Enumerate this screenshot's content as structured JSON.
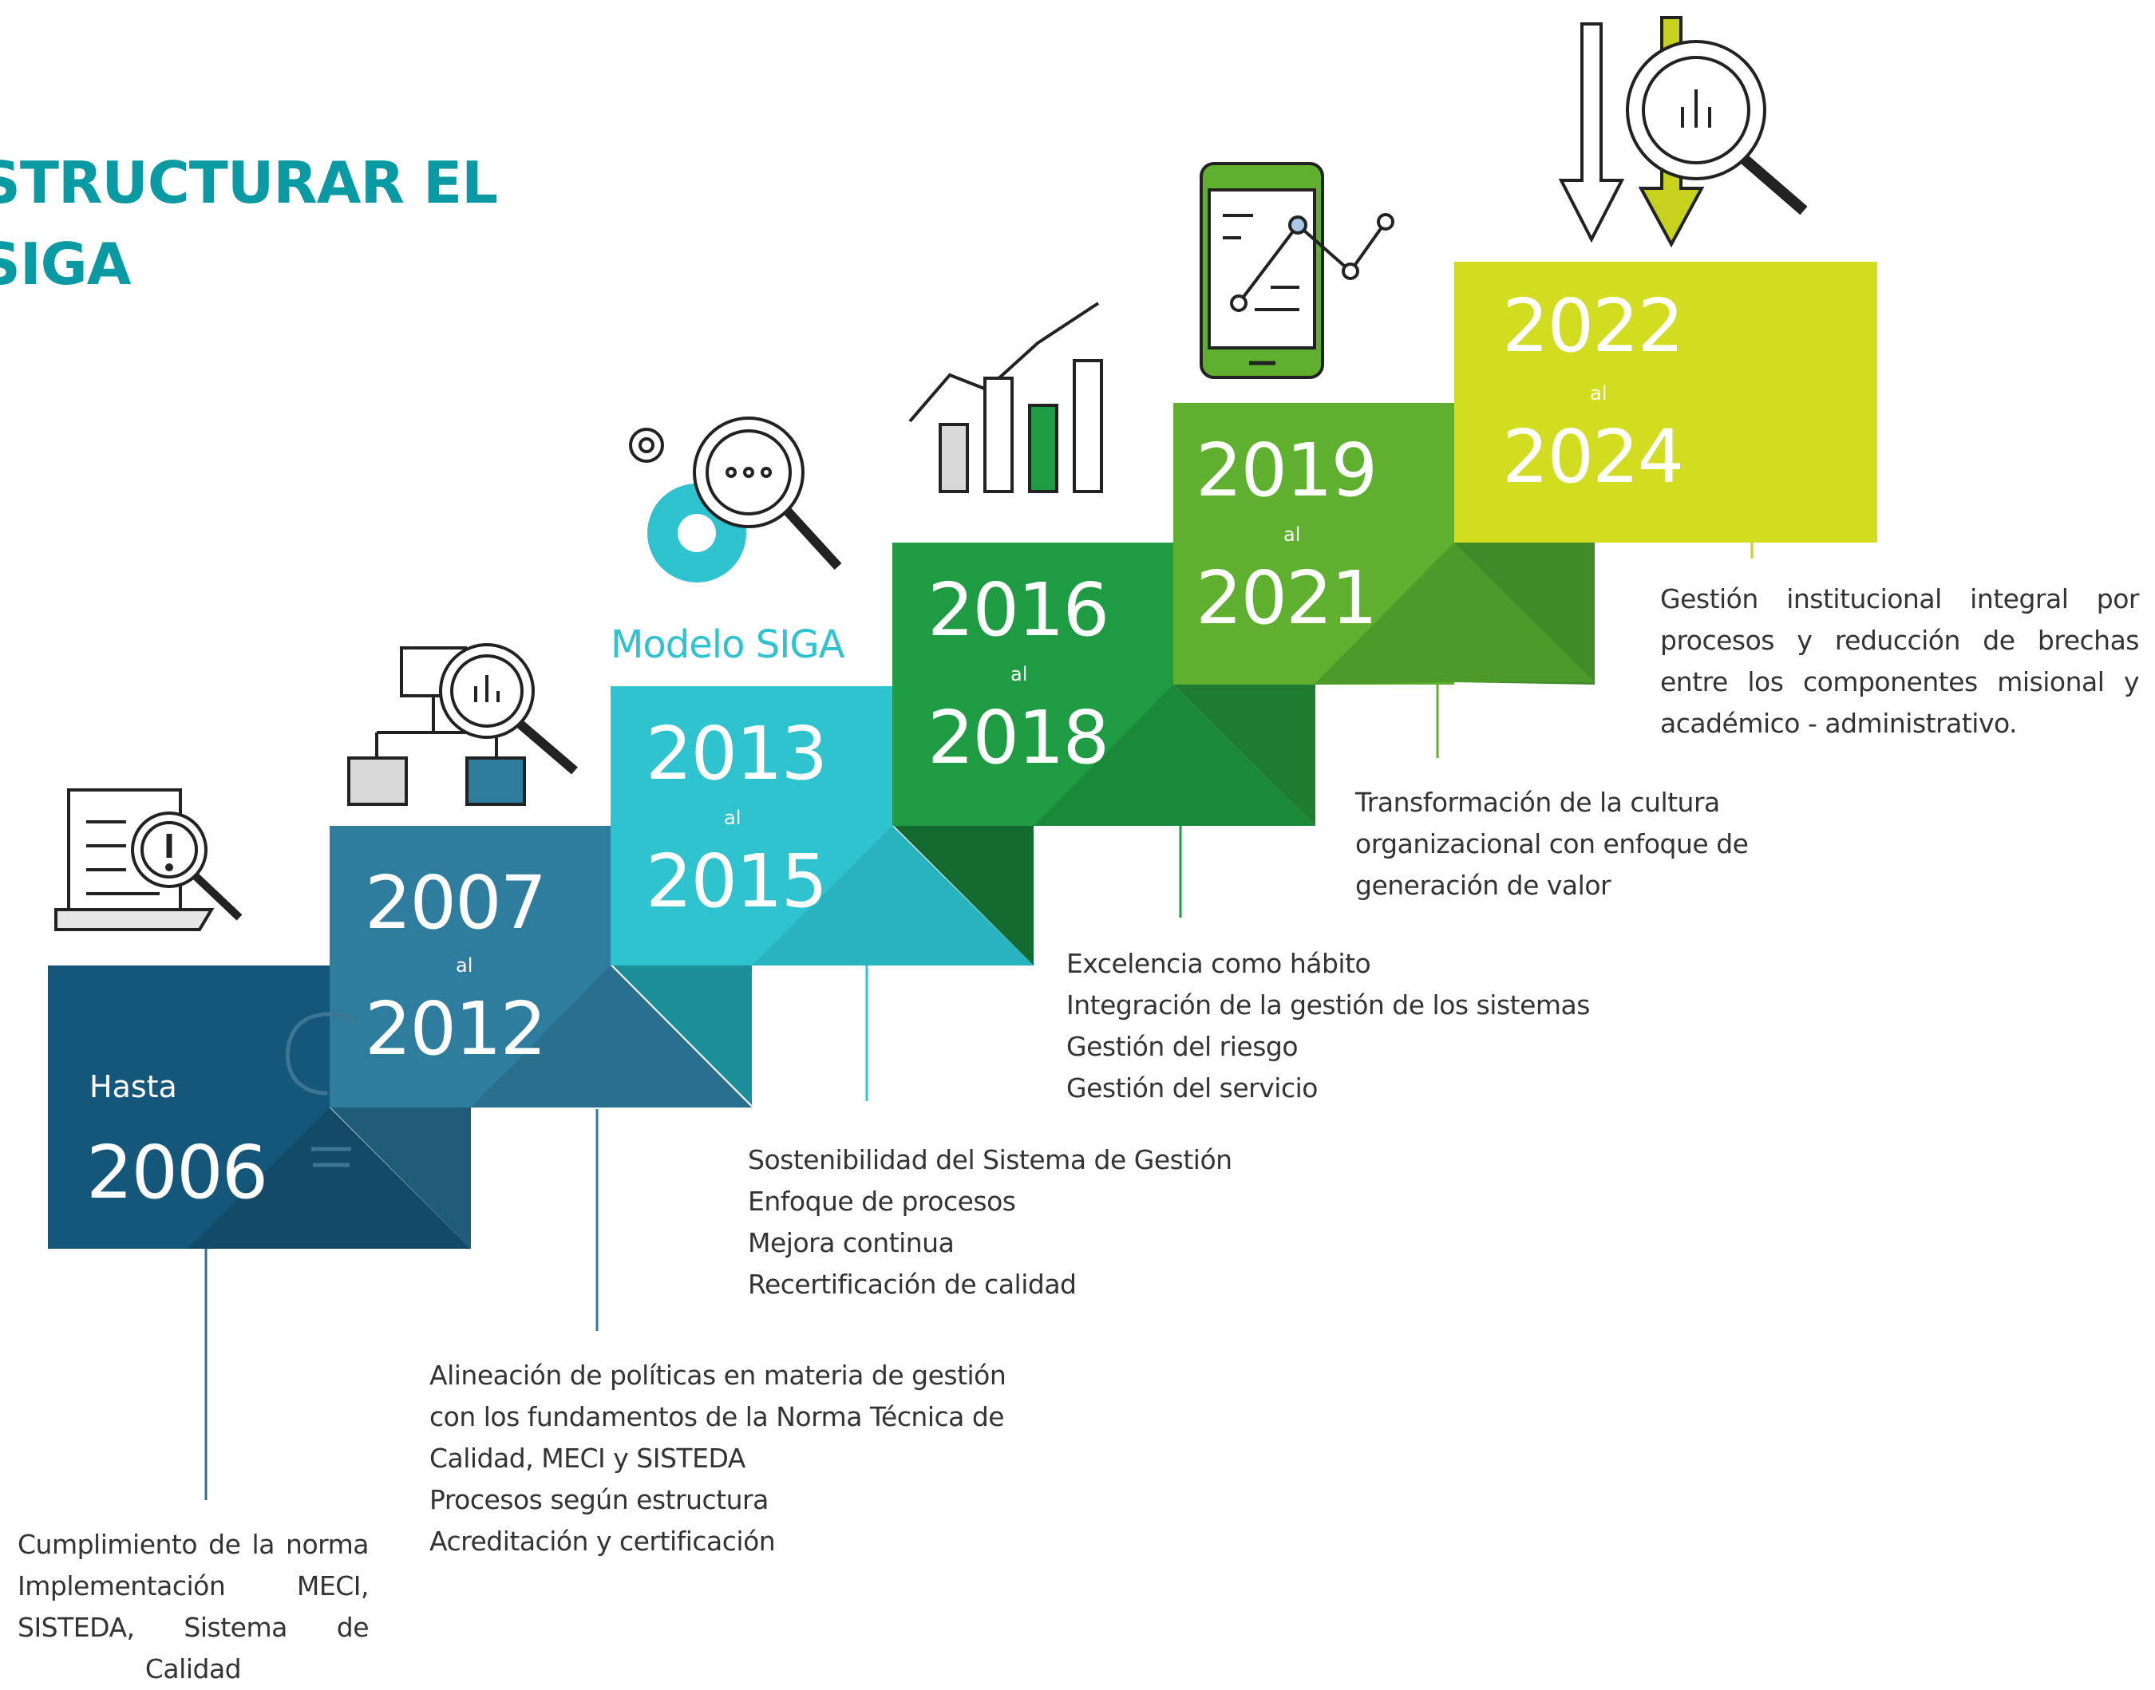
{
  "title": {
    "line1": "STRUCTURAR EL",
    "line2": "SIGA"
  },
  "colors": {
    "title": "#0a9aa3",
    "step_2006": "#15577a",
    "step_2007": "#2f7d9e",
    "step_2013": "#2ec3cf",
    "step_2016": "#1e9b43",
    "step_2019": "#5fb02e",
    "step_2022": "#d2dd22",
    "text": "#333333"
  },
  "steps": [
    {
      "id": "2006",
      "prefix": "Hasta",
      "year": "2006",
      "icon": "document-magnifier-alert-icon",
      "items": [
        "Cumplimiento de la norma Implementación MECI, SISTEDA, Sistema de Calidad"
      ]
    },
    {
      "id": "2007",
      "year_from": "2007",
      "connector": "al",
      "year_to": "2012",
      "icon": "org-chart-magnifier-icon",
      "items": [
        "Alineación de políticas en materia de gestión con los fundamentos de la Norma Técnica de Calidad, MECI y SISTEDA",
        "Procesos según estructura",
        "Acreditación y certificación"
      ]
    },
    {
      "id": "2013",
      "label": "Modelo SIGA",
      "year_from": "2013",
      "connector": "al",
      "year_to": "2015",
      "icon": "gears-magnifier-icon",
      "items": [
        "Sostenibilidad del Sistema de Gestión",
        "Enfoque de procesos",
        "Mejora continua",
        "Recertificación de calidad"
      ]
    },
    {
      "id": "2016",
      "year_from": "2016",
      "connector": "al",
      "year_to": "2018",
      "icon": "bar-chart-trend-icon",
      "items": [
        "Excelencia como hábito",
        "Integración de la gestión de los sistemas",
        "Gestión del riesgo",
        "Gestión del servicio"
      ]
    },
    {
      "id": "2019",
      "year_from": "2019",
      "connector": "al",
      "year_to": "2021",
      "icon": "smartphone-chart-icon",
      "items": [
        "Transformación de la cultura organizacional con enfoque de generación de valor"
      ]
    },
    {
      "id": "2022",
      "year_from": "2022",
      "connector": "al",
      "year_to": "2024",
      "icon": "arrows-magnifier-chart-icon",
      "items": [
        "Gestión institucional integral por procesos y reducción de brechas entre los componentes misional y académico - administrativo."
      ]
    }
  ]
}
